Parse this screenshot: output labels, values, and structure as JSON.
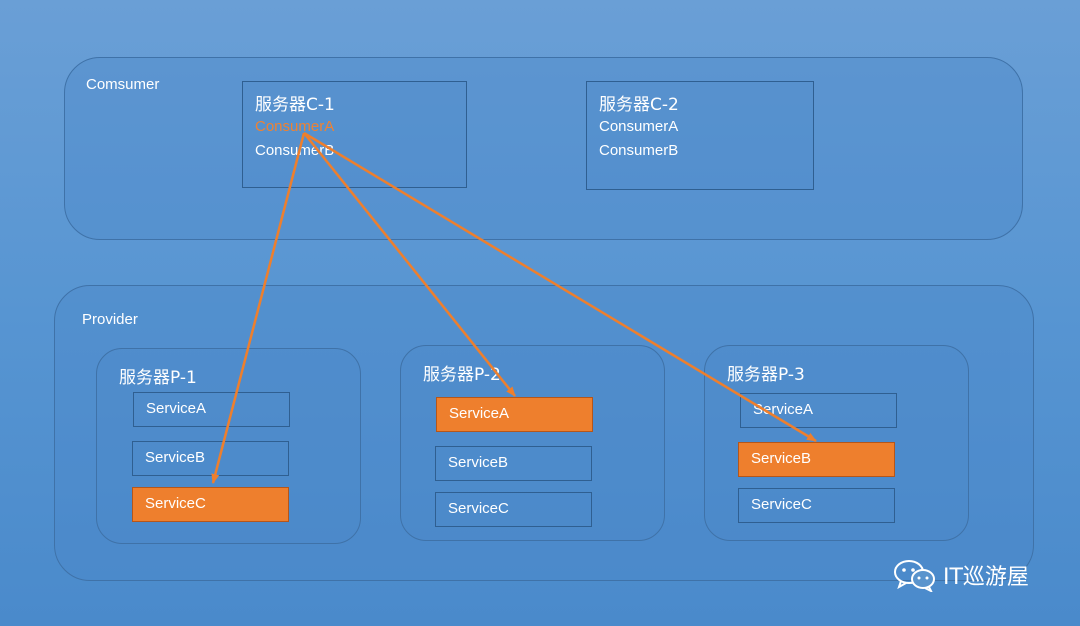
{
  "consumer_group": {
    "label": "Comsumer",
    "servers": [
      {
        "title": "服务器C-1",
        "items": [
          "ConsumerA",
          "ConsumerB"
        ],
        "active_item": 0
      },
      {
        "title": "服务器C-2",
        "items": [
          "ConsumerA",
          "ConsumerB"
        ],
        "active_item": -1
      }
    ]
  },
  "provider_group": {
    "label": "Provider",
    "servers": [
      {
        "title": "服务器P-1",
        "services": [
          "ServiceA",
          "ServiceB",
          "ServiceC"
        ],
        "active_service": 2
      },
      {
        "title": "服务器P-2",
        "services": [
          "ServiceA",
          "ServiceB",
          "ServiceC"
        ],
        "active_service": 0
      },
      {
        "title": "服务器P-3",
        "services": [
          "ServiceA",
          "ServiceB",
          "ServiceC"
        ],
        "active_service": 1
      }
    ]
  },
  "connections": [
    {
      "from": "服务器C-1.ConsumerA",
      "to": "服务器P-1.ServiceC"
    },
    {
      "from": "服务器C-1.ConsumerA",
      "to": "服务器P-2.ServiceA"
    },
    {
      "from": "服务器C-1.ConsumerA",
      "to": "服务器P-3.ServiceB"
    }
  ],
  "watermark": {
    "text": "IT巡游屋",
    "icon": "wechat-icon"
  },
  "colors": {
    "background": "#5795d2",
    "highlight": "#ee7f2d",
    "text": "#ffffff",
    "border": "#3f72a8"
  }
}
